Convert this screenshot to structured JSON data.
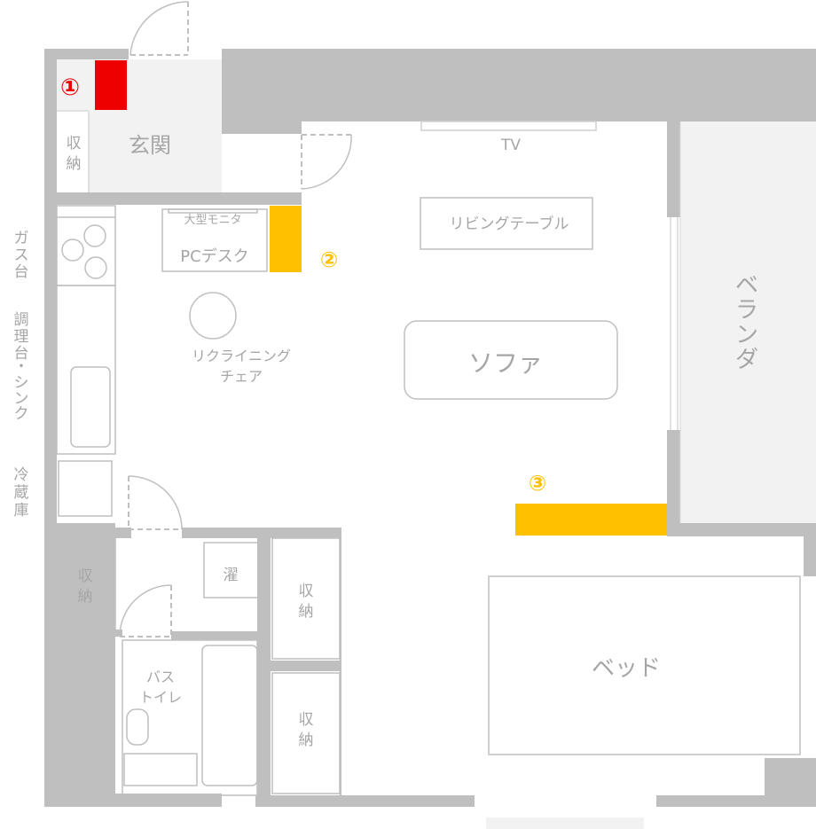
{
  "labels": {
    "genkan": "玄関",
    "storage": "収納",
    "storage_v": [
      "収",
      "納"
    ],
    "tv": "TV",
    "monitor": "大型モニタ",
    "pc_desk": "PCデスク",
    "living_table": "リビングテーブル",
    "sofa": "ソファ",
    "veranda": [
      "ベ",
      "ラ",
      "ン",
      "ダ"
    ],
    "recliner_line1": "リクライニング",
    "recliner_line2": "チェア",
    "gas": [
      "ガ",
      "ス",
      "台"
    ],
    "cooking": [
      "調",
      "理",
      "台",
      "・",
      "シ",
      "ン",
      "ク"
    ],
    "fridge": [
      "冷",
      "蔵",
      "庫"
    ],
    "laundry": "濯",
    "bath_line1": "バス",
    "bath_line2": "トイレ",
    "bed": "ベッド"
  },
  "markers": [
    {
      "label": "①",
      "color": "#ee0000"
    },
    {
      "label": "②",
      "color": "#ffc000"
    },
    {
      "label": "③",
      "color": "#ffc000"
    }
  ],
  "colors": {
    "wall": "#bfbfbf",
    "fixture": "#bfbfbf",
    "door_dash": "#bfbfbf",
    "label": "#a6a6a6",
    "entrance_floor": "#f2f2f2"
  }
}
